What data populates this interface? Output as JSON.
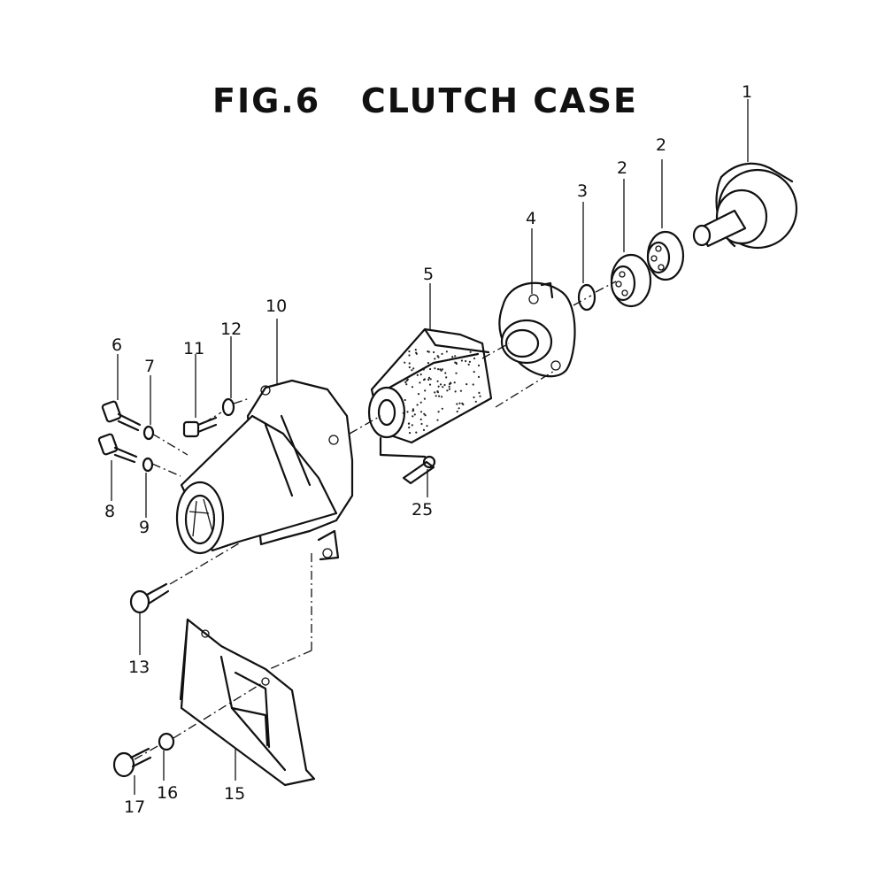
{
  "figure": {
    "title": "FIG.6   CLUTCH CASE"
  },
  "callouts": [
    {
      "id": "c1",
      "label": "1"
    },
    {
      "id": "c2a",
      "label": "2"
    },
    {
      "id": "c2b",
      "label": "2"
    },
    {
      "id": "c3",
      "label": "3"
    },
    {
      "id": "c4",
      "label": "4"
    },
    {
      "id": "c5",
      "label": "5"
    },
    {
      "id": "c6",
      "label": "6"
    },
    {
      "id": "c7",
      "label": "7"
    },
    {
      "id": "c8",
      "label": "8"
    },
    {
      "id": "c9",
      "label": "9"
    },
    {
      "id": "c10",
      "label": "10"
    },
    {
      "id": "c11",
      "label": "11"
    },
    {
      "id": "c12",
      "label": "12"
    },
    {
      "id": "c13",
      "label": "13"
    },
    {
      "id": "c15",
      "label": "15"
    },
    {
      "id": "c16",
      "label": "16"
    },
    {
      "id": "c17",
      "label": "17"
    },
    {
      "id": "c25",
      "label": "25"
    }
  ]
}
